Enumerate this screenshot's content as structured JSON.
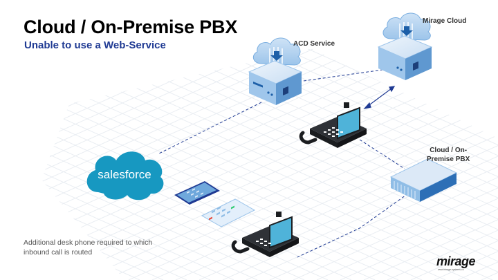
{
  "title": "Cloud / On-Premise PBX",
  "subtitle": "Unable to use a Web-Service",
  "nodes": {
    "acd_service": "ACD Service",
    "mirage_cloud": "Mirage Cloud",
    "pbx_line1": "Cloud / On-",
    "pbx_line2": "Premise PBX",
    "salesforce": "salesforce"
  },
  "note": {
    "line1": "Additional desk phone required to which",
    "line2": "inbound call is routed"
  },
  "brand": {
    "logo": "mirage",
    "tagline": "www.mirage-systems.co"
  },
  "colors": {
    "title": "#000000",
    "subtitle": "#1f3a93",
    "salesforce_blue": "#1798c1",
    "server_light": "#e3effb",
    "server_mid": "#8fbde6",
    "server_dark": "#1c5fa8",
    "line": "#1f3a93"
  },
  "icons": [
    "cloud-download-icon",
    "server-icon",
    "desk-phone-icon",
    "mobile-phone-icon",
    "web-phone-icon",
    "pbx-rack-icon"
  ]
}
